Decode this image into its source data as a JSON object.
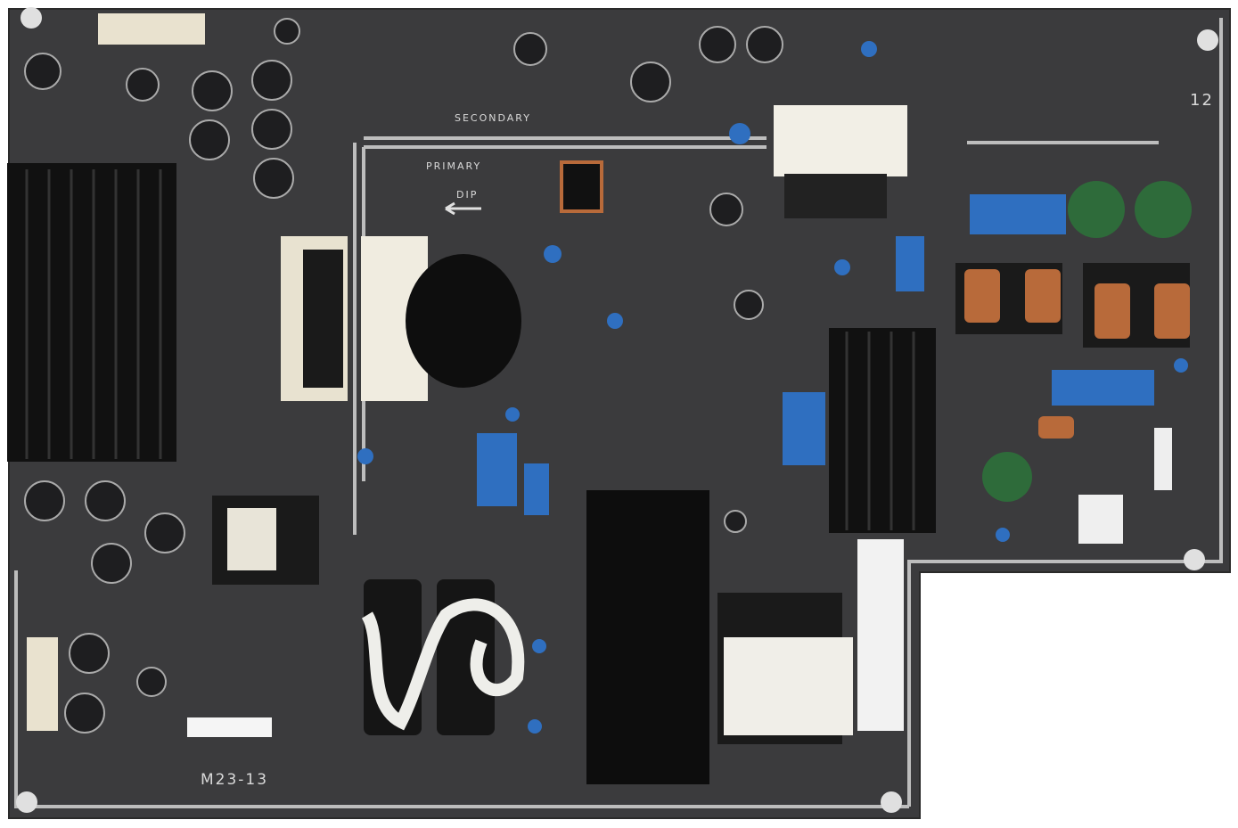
{
  "board": {
    "label_secondary": "SECONDARY",
    "label_primary": "PRIMARY",
    "label_dip": "DIP",
    "label_date": "M23-13",
    "label_corner": "12",
    "color_board": "#3b3b3d",
    "color_silkscreen": "#d9d9d9",
    "color_capacitor_blue": "#2f6fc0",
    "color_varistor_green": "#2e6b3a",
    "color_copper": "#b86a3a"
  }
}
